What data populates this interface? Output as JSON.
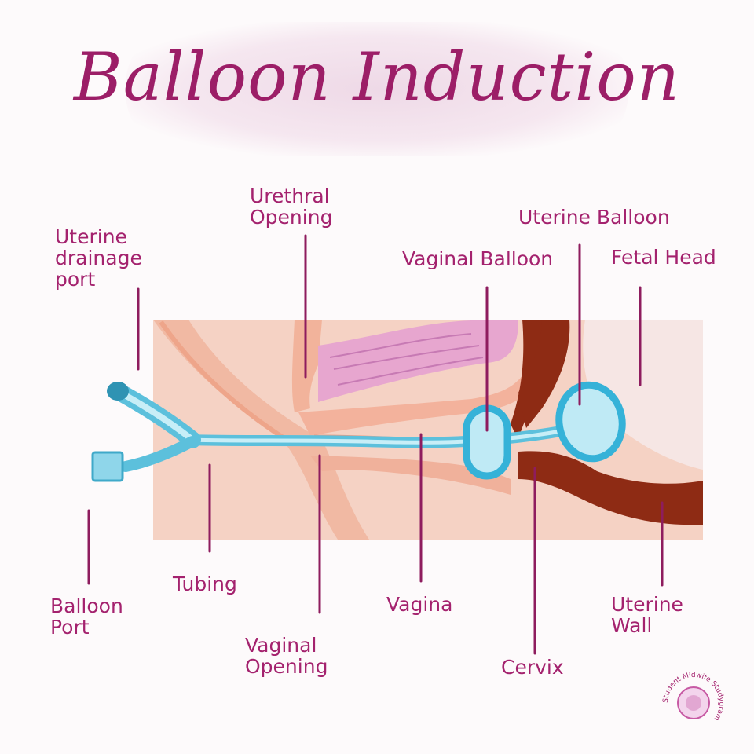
{
  "title": "Balloon Induction",
  "labels": {
    "urethral_opening": "Urethral\nOpening",
    "uterine_drainage_port": "Uterine\ndrainage\nport",
    "uterine_balloon": "Uterine Balloon",
    "vaginal_balloon": "Vaginal Balloon",
    "fetal_head": "Fetal Head",
    "balloon_port": "Balloon\nPort",
    "tubing": "Tubing",
    "vaginal_opening": "Vaginal\nOpening",
    "vagina": "Vagina",
    "cervix": "Cervix",
    "uterine_wall": "Uterine\nWall"
  },
  "watermark": "Student Midwife Studygram",
  "colors": {
    "title": "#9c1e67",
    "label": "#a4226e",
    "leader_line": "#8e1c5e",
    "catheter": "#5cc0dc",
    "balloon_fill": "#bfeaf5",
    "uterine_wall": "#8e2b14",
    "tissue": "#f3c9bb"
  }
}
